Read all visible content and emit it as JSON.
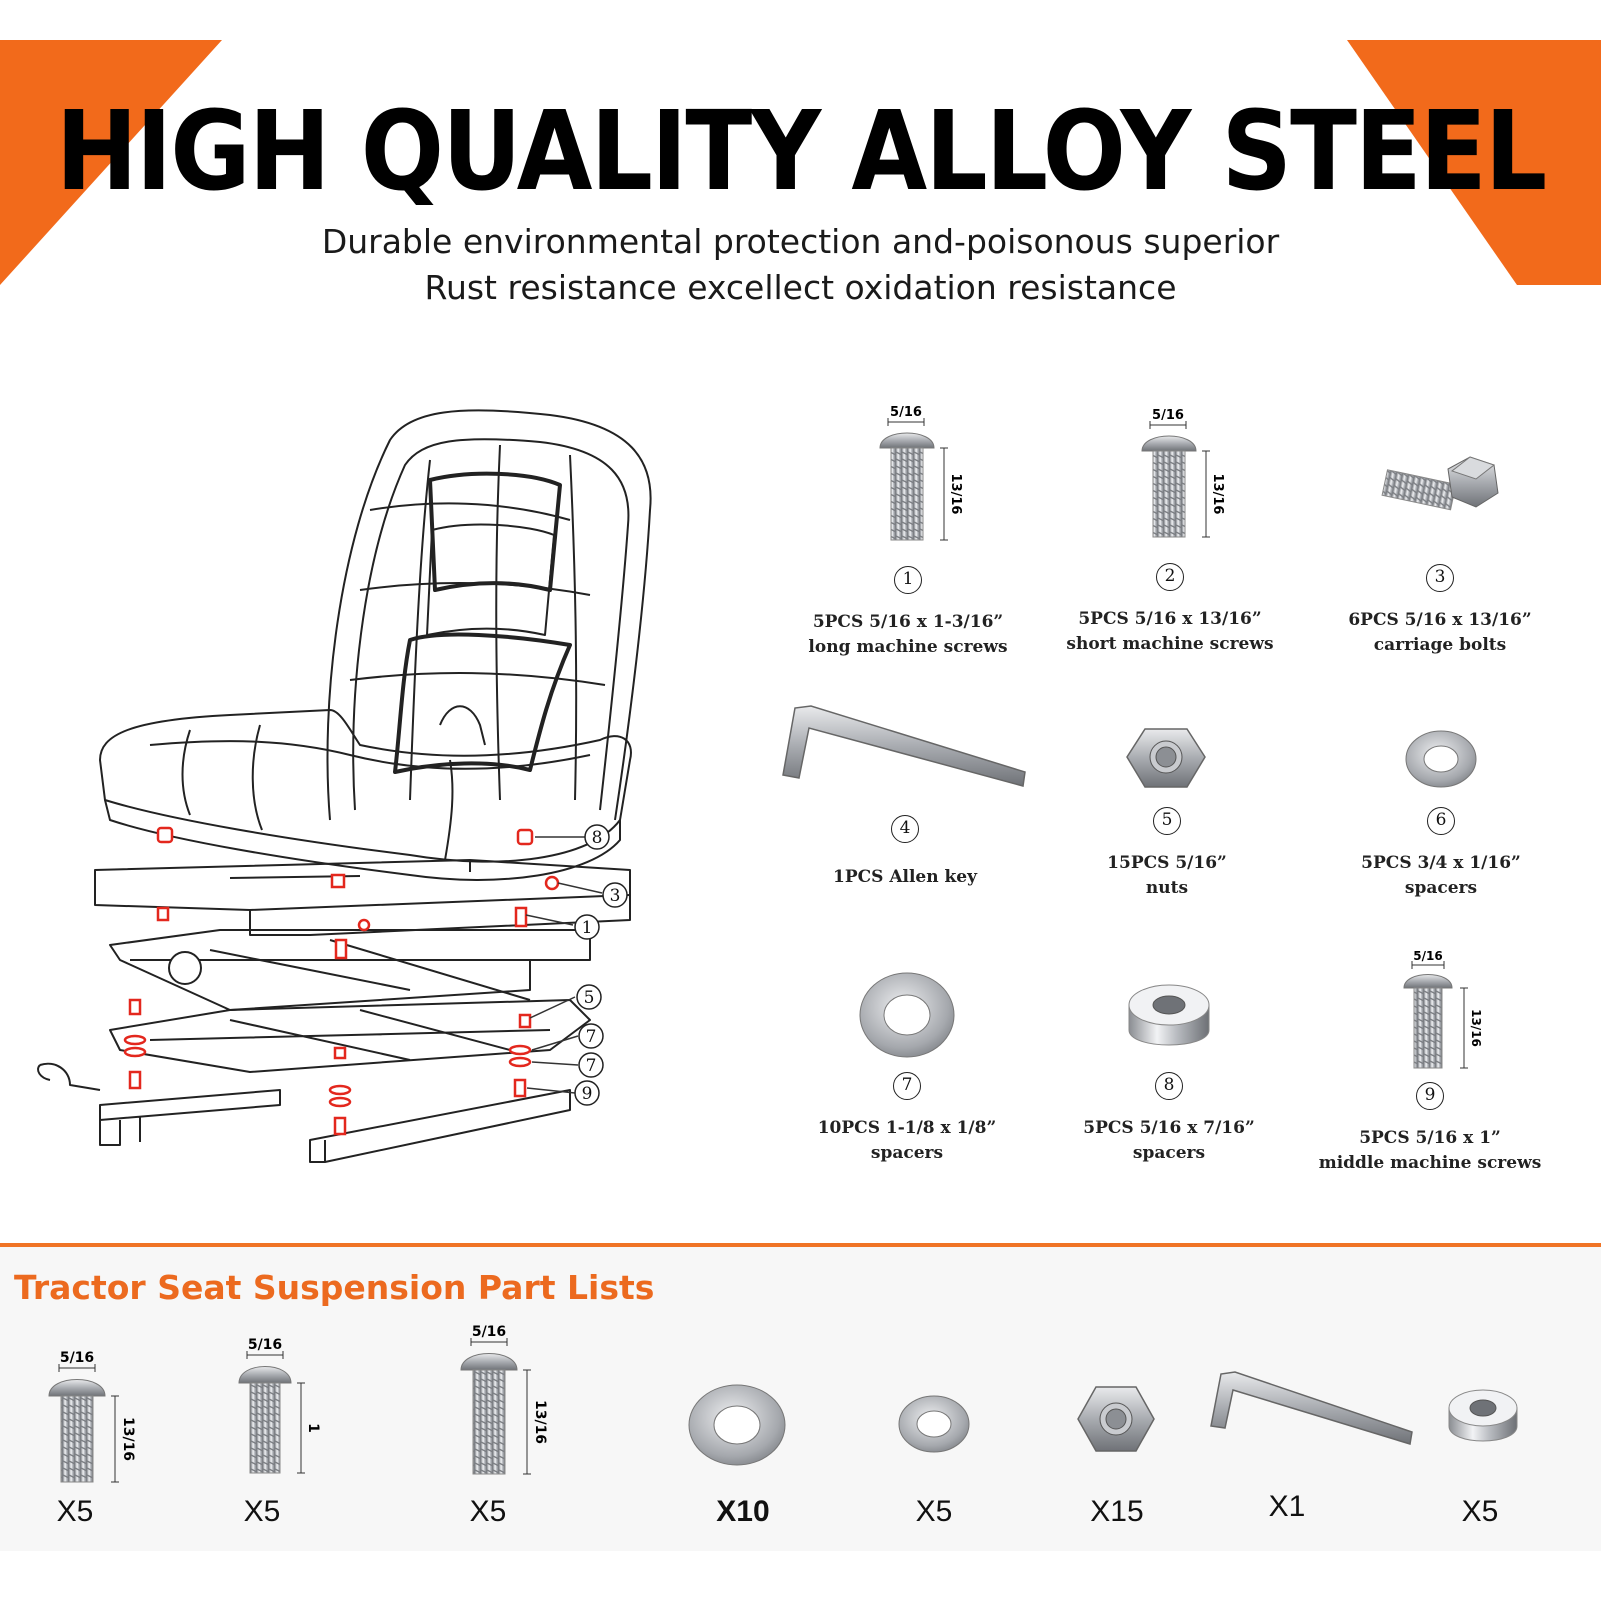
{
  "header": {
    "title": "HIGH QUALITY ALLOY STEEL",
    "subtitle_line1": "Durable environmental protection and-poisonous superior",
    "subtitle_line2": "Rust resistance excellect oxidation resistance",
    "accent_color": "#f26a1b"
  },
  "diagram_callouts": [
    "8",
    "3",
    "1",
    "5",
    "7",
    "7",
    "9"
  ],
  "parts": [
    {
      "number": "1",
      "line1": "5PCS  5/16 x 1-3/16”",
      "line2": "long machine screws",
      "icon": "button-head-screw-icon",
      "dim_top": "5/16",
      "dim_side": "13/16"
    },
    {
      "number": "2",
      "line1": "5PCS  5/16 x 13/16”",
      "line2": "short machine screws",
      "icon": "button-head-screw-icon",
      "dim_top": "5/16",
      "dim_side": "13/16"
    },
    {
      "number": "3",
      "line1": "6PCS  5/16 x 13/16”",
      "line2": "carriage bolts",
      "icon": "hex-bolt-icon"
    },
    {
      "number": "4",
      "line1": "1PCS  Allen key",
      "line2": "",
      "icon": "allen-key-icon"
    },
    {
      "number": "5",
      "line1": "15PCS  5/16”",
      "line2": "nuts",
      "icon": "hex-nut-icon"
    },
    {
      "number": "6",
      "line1": "5PCS  3/4 x 1/16”",
      "line2": "spacers",
      "icon": "small-washer-icon"
    },
    {
      "number": "7",
      "line1": "10PCS  1-1/8 x 1/8”",
      "line2": "spacers",
      "icon": "large-washer-icon"
    },
    {
      "number": "8",
      "line1": "5PCS  5/16 x 7/16”",
      "line2": "spacers",
      "icon": "chrome-spacer-icon"
    },
    {
      "number": "9",
      "line1": "5PCS  5/16 x 1”",
      "line2": "middle machine screws",
      "icon": "button-head-screw-icon",
      "dim_top": "5/16",
      "dim_side": "13/16"
    }
  ],
  "part_list": {
    "title": "Tractor Seat Suspension Part Lists",
    "title_color": "#ec6a1f",
    "items": [
      {
        "qty": "X5",
        "icon": "button-head-screw-icon",
        "dim_top": "5/16",
        "dim_side": "13/16"
      },
      {
        "qty": "X5",
        "icon": "button-head-screw-icon",
        "dim_top": "5/16",
        "dim_side": "1"
      },
      {
        "qty": "X5",
        "icon": "button-head-screw-icon",
        "dim_top": "5/16",
        "dim_side": "13/16"
      },
      {
        "qty": "X10",
        "icon": "large-washer-icon"
      },
      {
        "qty": "X5",
        "icon": "small-washer-icon"
      },
      {
        "qty": "X15",
        "icon": "hex-nut-icon"
      },
      {
        "qty": "X1",
        "icon": "allen-key-icon"
      },
      {
        "qty": "X5",
        "icon": "chrome-spacer-icon"
      }
    ]
  }
}
